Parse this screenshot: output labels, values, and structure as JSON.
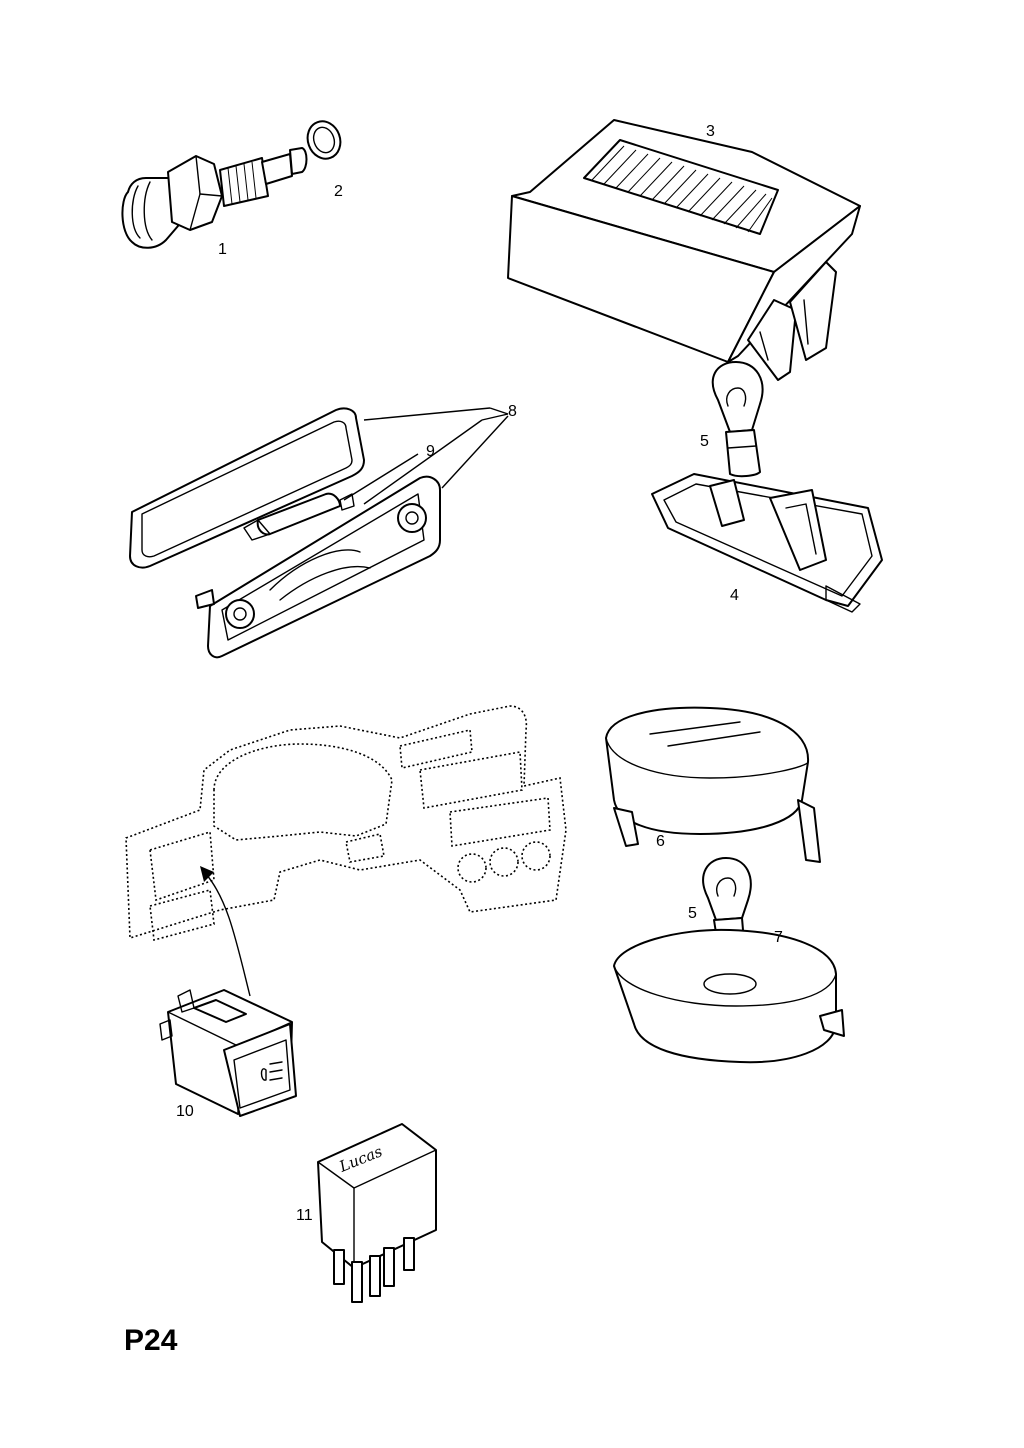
{
  "sheet_code": "P24",
  "callouts": [
    "1",
    "2",
    "3",
    "4",
    "5",
    "5",
    "6",
    "7",
    "8",
    "9",
    "10",
    "11"
  ],
  "relay_brand_marking": "Lucas"
}
